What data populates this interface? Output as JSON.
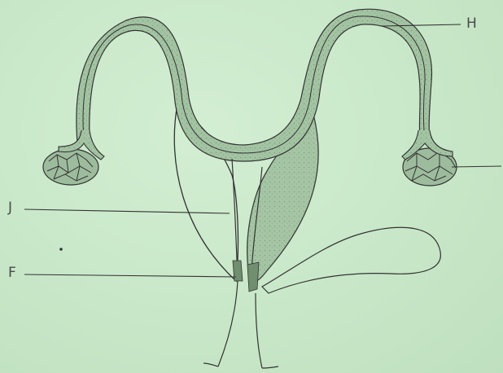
{
  "diagram": {
    "labels": {
      "h": "H",
      "j": "J",
      "f": "F"
    },
    "colors": {
      "paper": "#c9e8c9",
      "ink": "#3a3a3a",
      "tube_fill": "#9fbf9f",
      "shade": "#8fb08f"
    }
  }
}
